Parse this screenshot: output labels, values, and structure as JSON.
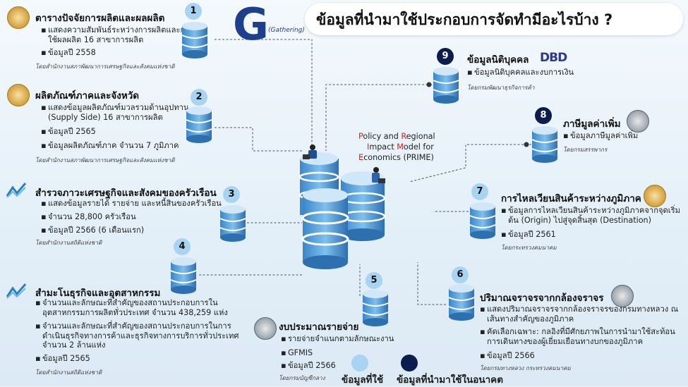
{
  "title": "ข้อมูลที่นำมาใช้ประกอบการจัดทำมีอะไรบ้าง ?",
  "brand": {
    "letter": "G",
    "sub": "(Gathering)"
  },
  "center": {
    "line1": [
      "P",
      "olicy and ",
      "R",
      "egional"
    ],
    "line2": [
      "I",
      "mpact ",
      "M",
      "odel for"
    ],
    "line3": [
      "E",
      "conomics (PRIME)"
    ]
  },
  "sources": [
    {
      "num": "1",
      "status": "used",
      "heading": "ตารางปัจจัยการผลิตและผลผลิต",
      "items": [
        "แสดงความสัมพันธ์ระหว่างการผลิตและการใช้ผลผลิต 16 สาขาการผลิต",
        "ข้อมูลปี 2558"
      ],
      "source": "โดยสำนักงานสภาพัฒนาการเศรษฐกิจและสังคมแห่งชาติ"
    },
    {
      "num": "2",
      "status": "used",
      "heading": "ผลิตภัณฑ์ภาคและจังหวัด",
      "items": [
        "แสดงข้อมูลผลิตภัณฑ์มวลรวมด้านอุปทาน (Supply Side) 16 สาขาการผลิต",
        "ข้อมูลปี 2565",
        "ข้อมูลผลิตภัณฑ์ภาค จำนวน 7 ภูมิภาค"
      ],
      "source": "โดยสำนักงานสภาพัฒนาการเศรษฐกิจและสังคมแห่งชาติ"
    },
    {
      "num": "3",
      "status": "used",
      "heading": "สำรวจภาวะเศรษฐกิจและสังคมของครัวเรือน",
      "items": [
        "แสดงข้อมูลรายได้ รายจ่าย และหนี้สินของครัวเรือน",
        "จำนวน 28,800 ครัวเรือน",
        "ข้อมูลปี 2566 (6 เดือนแรก)"
      ],
      "source": "โดยสำนักงานสถิติแห่งชาติ"
    },
    {
      "num": "4",
      "status": "used",
      "heading": "สำมะโนธุรกิจและอุตสาหกรรม",
      "items": [
        "จำนวนและลักษณะที่สำคัญของสถานประกอบการในอุตสาหกรรมการผลิตทั่วประเทศ จำนวน 438,259 แห่ง",
        "จำนวนและลักษณะที่สำคัญของสถานประกอบการในการดำเนินธุรกิจทางการค้าและธุรกิจทางการบริการทั่วประเทศ จำนวน 2 ล้านแห่ง",
        "ข้อมูลปี 2565"
      ],
      "source": "โดยสำนักงานสถิติแห่งชาติ"
    },
    {
      "num": "5",
      "status": "used",
      "heading": "งบประมาณรายจ่าย",
      "items": [
        "รายจ่ายจำแนกตามลักษณะงาน",
        "GFMIS",
        "ข้อมูลปี 2566"
      ],
      "source": "โดยกรมบัญชีกลาง"
    },
    {
      "num": "6",
      "status": "used",
      "heading": "ปริมาณจราจรจากกล้องจราจร",
      "items": [
        "แสดงปริมาณจราจรจากกล้องจราจรของกรมทางหลวง ณ เส้นทางสำคัญของภูมิภาค",
        "คัดเลือกเฉพาะ: กลอิงที่มีศักยภาพในการนำมาใช้สะท้อนการเดินทางของผู้เยี่ยมเยือนทางบกของภูมิภาค",
        "ข้อมูลปี 2566"
      ],
      "source": "โดยกรมทางหลวง กระทรวงคมนาคม"
    },
    {
      "num": "7",
      "status": "used",
      "heading": "การไหลเวียนสินค้าระหว่างภูมิภาค",
      "items": [
        "ข้อมูลการไหลเวียนสินค้าระหว่างภูมิภาคจากจุดเริ่มต้น (Origin) ไปสู่จุดสิ้นสุด (Destination)",
        "ข้อมูลปี 2561"
      ],
      "source": "โดยกระทรวงคมนาคม"
    },
    {
      "num": "8",
      "status": "future",
      "heading": "ภาษีมูลค่าเพิ่ม",
      "items": [
        "ข้อมูลภาษีมูลค่าเพิ่ม"
      ],
      "source": "โดยกรมสรรพากร"
    },
    {
      "num": "9",
      "status": "future",
      "heading": "ข้อมูลนิติบุคคล",
      "items": [
        "ข้อมูลนิติบุคคลและงบการเงิน"
      ],
      "source": "โดยกรมพัฒนาธุรกิจการค้า"
    }
  ],
  "dbd_logo": "DBD",
  "legend": [
    {
      "label": "ข้อมูลที่ใช้",
      "color": "#a9d4f1"
    },
    {
      "label": "ข้อมูลที่นำมาใช้ในอนาคต",
      "color": "#0c1c4d"
    }
  ],
  "icons": [
    "database-icon",
    "seal-icon",
    "chart-logo-icon",
    "person-laptop-icon"
  ]
}
